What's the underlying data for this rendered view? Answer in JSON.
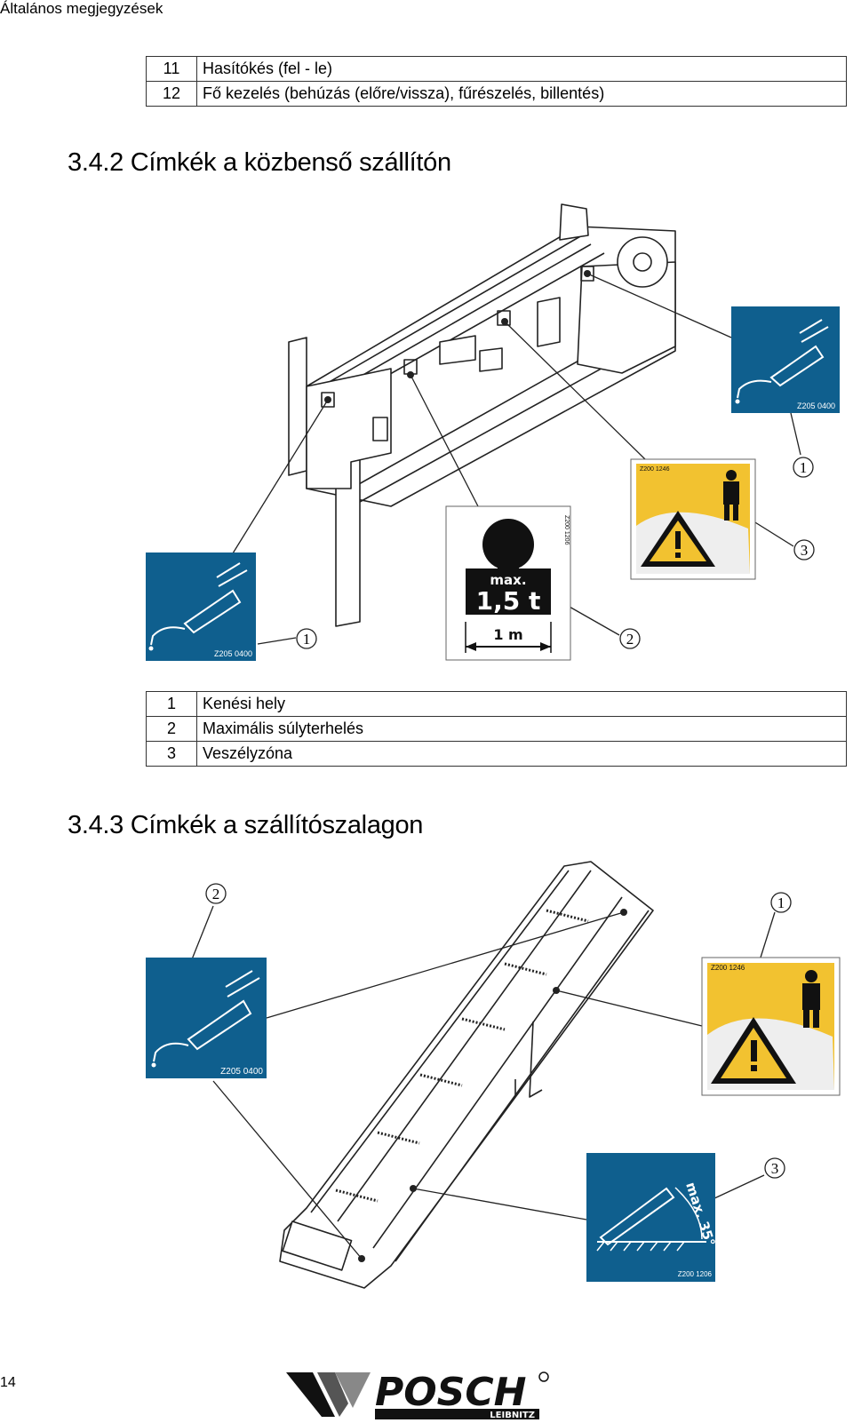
{
  "header": {
    "title": "Általános megjegyzések"
  },
  "table1": {
    "rows": [
      {
        "num": "11",
        "text": "Hasítókés (fel - le)"
      },
      {
        "num": "12",
        "text": "Fő kezelés (behúzás (előre/vissza), fűrészelés, billentés)"
      }
    ]
  },
  "section1": {
    "title": "3.4.2 Címkék a közbenső szállítón"
  },
  "fig1": {
    "labels": {
      "grease1": "Z205 0400",
      "grease2": "Z205 0400",
      "load": "Z200 1206",
      "danger": "Z200 1246",
      "max": "max.",
      "weight": "1,5 t",
      "dist": "1 m"
    },
    "callouts": [
      "1",
      "1",
      "2",
      "3"
    ]
  },
  "table2": {
    "rows": [
      {
        "num": "1",
        "text": "Kenési hely"
      },
      {
        "num": "2",
        "text": "Maximális súlyterhelés"
      },
      {
        "num": "3",
        "text": "Veszélyzóna"
      }
    ]
  },
  "section2": {
    "title": "3.4.3 Címkék a szállítószalagon"
  },
  "fig2": {
    "labels": {
      "grease": "Z205 0400",
      "danger": "Z200 1246",
      "angle_code": "Z200 1206",
      "angle": "max. 35°"
    },
    "callouts": [
      "2",
      "1",
      "3"
    ]
  },
  "footer": {
    "page": "14",
    "brand": "POSCH",
    "sub": "LEIBNITZ"
  },
  "colors": {
    "label_blue": "#0f5f8e",
    "warning_yellow": "#f2c230"
  }
}
